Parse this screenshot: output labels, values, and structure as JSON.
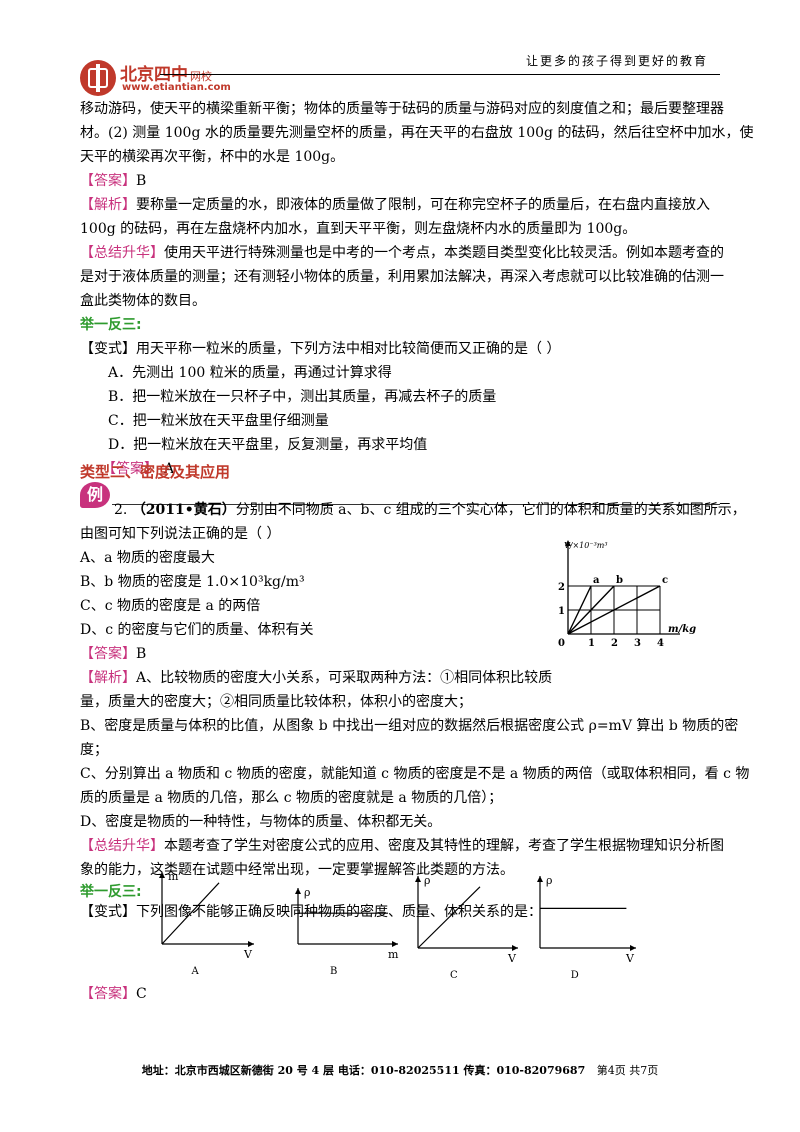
{
  "header": {
    "slogan": "让更多的孩子得到更好的教育",
    "brand_name": "北京四中",
    "brand_sub": "网校",
    "brand_url": "www.etiantian.com"
  },
  "intro_lines": [
    "移动游码，使天平的横梁重新平衡；物体的质量等于砝码的质量与游码对应的刻度值之和；最后要整理器",
    "材。(2) 测量 100g 水的质量要先测量空杯的质量，再在天平的右盘放 100g 的砝码，然后往空杯中加水，使",
    "天平的横梁再次平衡，杯中的水是 100g。"
  ],
  "q1": {
    "answer_tag": "【答案】",
    "answer": "B",
    "analysis_tag": "【解析】",
    "analysis_lines": [
      "要称量一定质量的水，即液体的质量做了限制，可在称完空杯子的质量后，在右盘内直接放入",
      "100g 的砝码，再在左盘烧杯内加水，直到天平平衡，则左盘烧杯内水的质量即为 100g。"
    ],
    "summary_tag": "【总结升华】",
    "summary_lines": [
      "使用天平进行特殊测量也是中考的一个考点，本类题目类型变化比较灵活。例如本题考查的",
      "是对于液体质量的测量；还有测轻小物体的质量，利用累加法解决，再深入考虑就可以比较准确的估测一",
      "盒此类物体的数目。"
    ],
    "practice_title": "举一反三:",
    "variant_tag": "【变式】",
    "variant_question": "用天平称一粒米的质量，下列方法中相对比较简便而又正确的是（    ）",
    "options": [
      "A．先测出 100 粒米的质量，再通过计算求得",
      "B．把一粒米放在一只杯子中，测出其质量，再减去杯子的质量",
      "C．把一粒米放在天平盘里仔细测量",
      "D．把一粒米放在天平盘里，反复测量，再求平均值"
    ],
    "variant_answer_tag": "【答案】",
    "variant_answer": "A"
  },
  "section2": {
    "title": "类型二、密度及其应用",
    "example_badge": "例",
    "q_number": "2.",
    "q_source": "（2011•黄石）",
    "q_text": "分别由不同物质 a、b、c 组成的三个实心体，它们的体积和质量的关系如图所示，",
    "q_text2": "由图可知下列说法正确的是（        ）",
    "options": [
      "A、a 物质的密度最大",
      "B、b 物质的密度是 1.0×10³kg/m³",
      "C、c 物质的密度是 a 的两倍",
      "D、c 的密度与它们的质量、体积有关"
    ],
    "answer_tag": "【答案】",
    "answer": "B",
    "analysis_tag": "【解析】",
    "analysis_lines": [
      "A、比较物质的密度大小关系，可采取两种方法：①相同体积比较质",
      "量，质量大的密度大；②相同质量比较体积，体积小的密度大；",
      "B、密度是质量与体积的比值，从图象 b 中找出一组对应的数据然后根据密度公式 ρ=mV 算出 b 物质的密",
      "度；",
      "C、分别算出 a 物质和 c 物质的密度，就能知道 c 物质的密度是不是 a 物质的两倍（或取体积相同，看 c 物",
      "质的质量是 a 物质的几倍，那么 c 物质的密度就是 a 物质的几倍）；",
      "D、密度是物质的一种特性，与物体的质量、体积都无关。"
    ],
    "summary_tag": "【总结升华】",
    "summary_lines": [
      "本题考查了学生对密度公式的应用、密度及其特性的理解，考查了学生根据物理知识分析图",
      "象的能力，这类题在试题中经常出现，一定要掌握解答此类题的方法。"
    ],
    "practice_title": "举一反三:",
    "variant_tag": "【变式】",
    "variant_question": "下列图像不能够正确反映同种物质的密度、质量、体积关系的是：",
    "variant_answer_tag": "【答案】",
    "variant_answer": "C"
  },
  "chart_data": [
    {
      "type": "line",
      "title": "",
      "xlabel": "m/kg",
      "ylabel": "V/×10⁻³m³",
      "xlim": [
        0,
        4
      ],
      "ylim": [
        0,
        2
      ],
      "x_ticks": [
        "0",
        "1",
        "2",
        "3",
        "4"
      ],
      "y_ticks": [
        "1",
        "2"
      ],
      "grid": true,
      "series": [
        {
          "name": "a",
          "x": [
            0,
            1
          ],
          "y": [
            0,
            2
          ]
        },
        {
          "name": "b",
          "x": [
            0,
            2
          ],
          "y": [
            0,
            2
          ]
        },
        {
          "name": "c",
          "x": [
            0,
            4
          ],
          "y": [
            0,
            2
          ]
        }
      ]
    },
    {
      "type": "line",
      "panel": "A",
      "xlabel": "V",
      "ylabel": "m",
      "shape": "proportional"
    },
    {
      "type": "line",
      "panel": "B",
      "xlabel": "m",
      "ylabel": "ρ",
      "shape": "constant"
    },
    {
      "type": "line",
      "panel": "C",
      "xlabel": "V",
      "ylabel": "ρ",
      "shape": "proportional"
    },
    {
      "type": "line",
      "panel": "D",
      "xlabel": "V",
      "ylabel": "ρ",
      "shape": "constant"
    }
  ],
  "footer": {
    "address": "地址：北京市西城区新德街 20 号 4 层  电话：010-82025511  传真：010-82079687",
    "page": "第4页  共7页"
  }
}
